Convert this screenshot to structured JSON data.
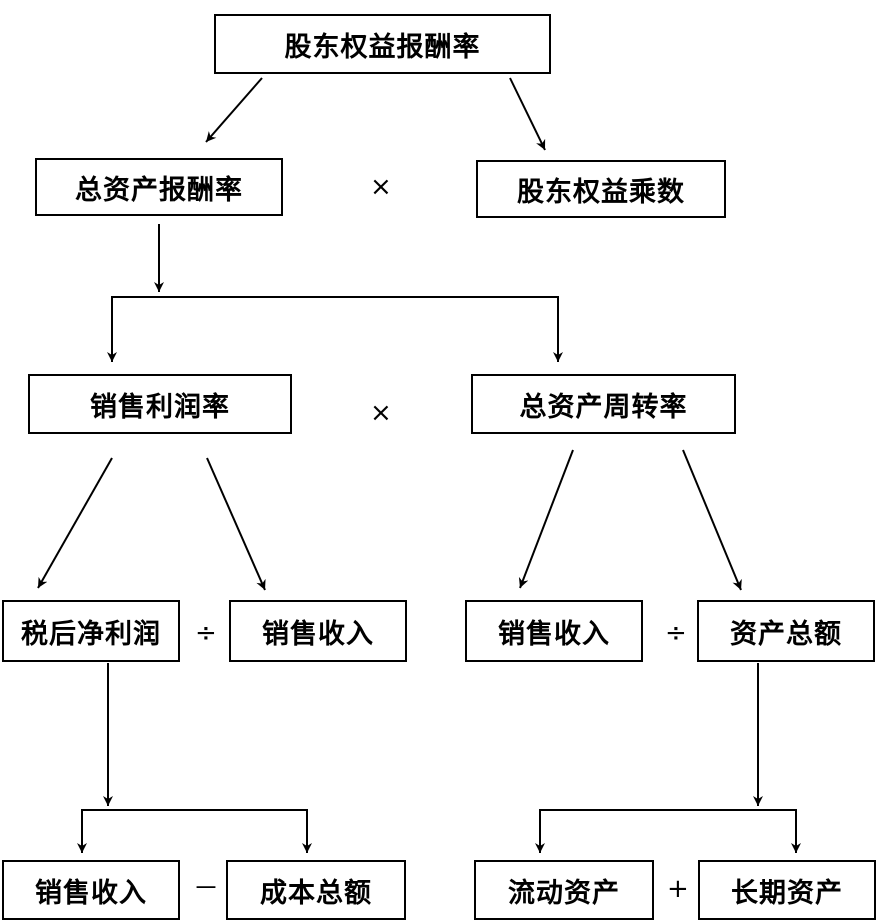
{
  "boxes": {
    "roe": "股东权益报酬率",
    "roa": "总资产报酬率",
    "equity_multiplier": "股东权益乘数",
    "profit_margin": "销售利润率",
    "asset_turnover": "总资产周转率",
    "net_profit": "税后净利润",
    "sales_revenue_a": "销售收入",
    "sales_revenue_b": "销售收入",
    "total_assets": "资产总额",
    "sales_revenue_c": "销售收入",
    "total_cost": "成本总额",
    "current_assets": "流动资产",
    "long_term_assets": "长期资产"
  },
  "operators": {
    "multiply_1": "×",
    "multiply_2": "×",
    "divide_1": "÷",
    "divide_2": "÷",
    "minus": "－",
    "plus": "+"
  }
}
